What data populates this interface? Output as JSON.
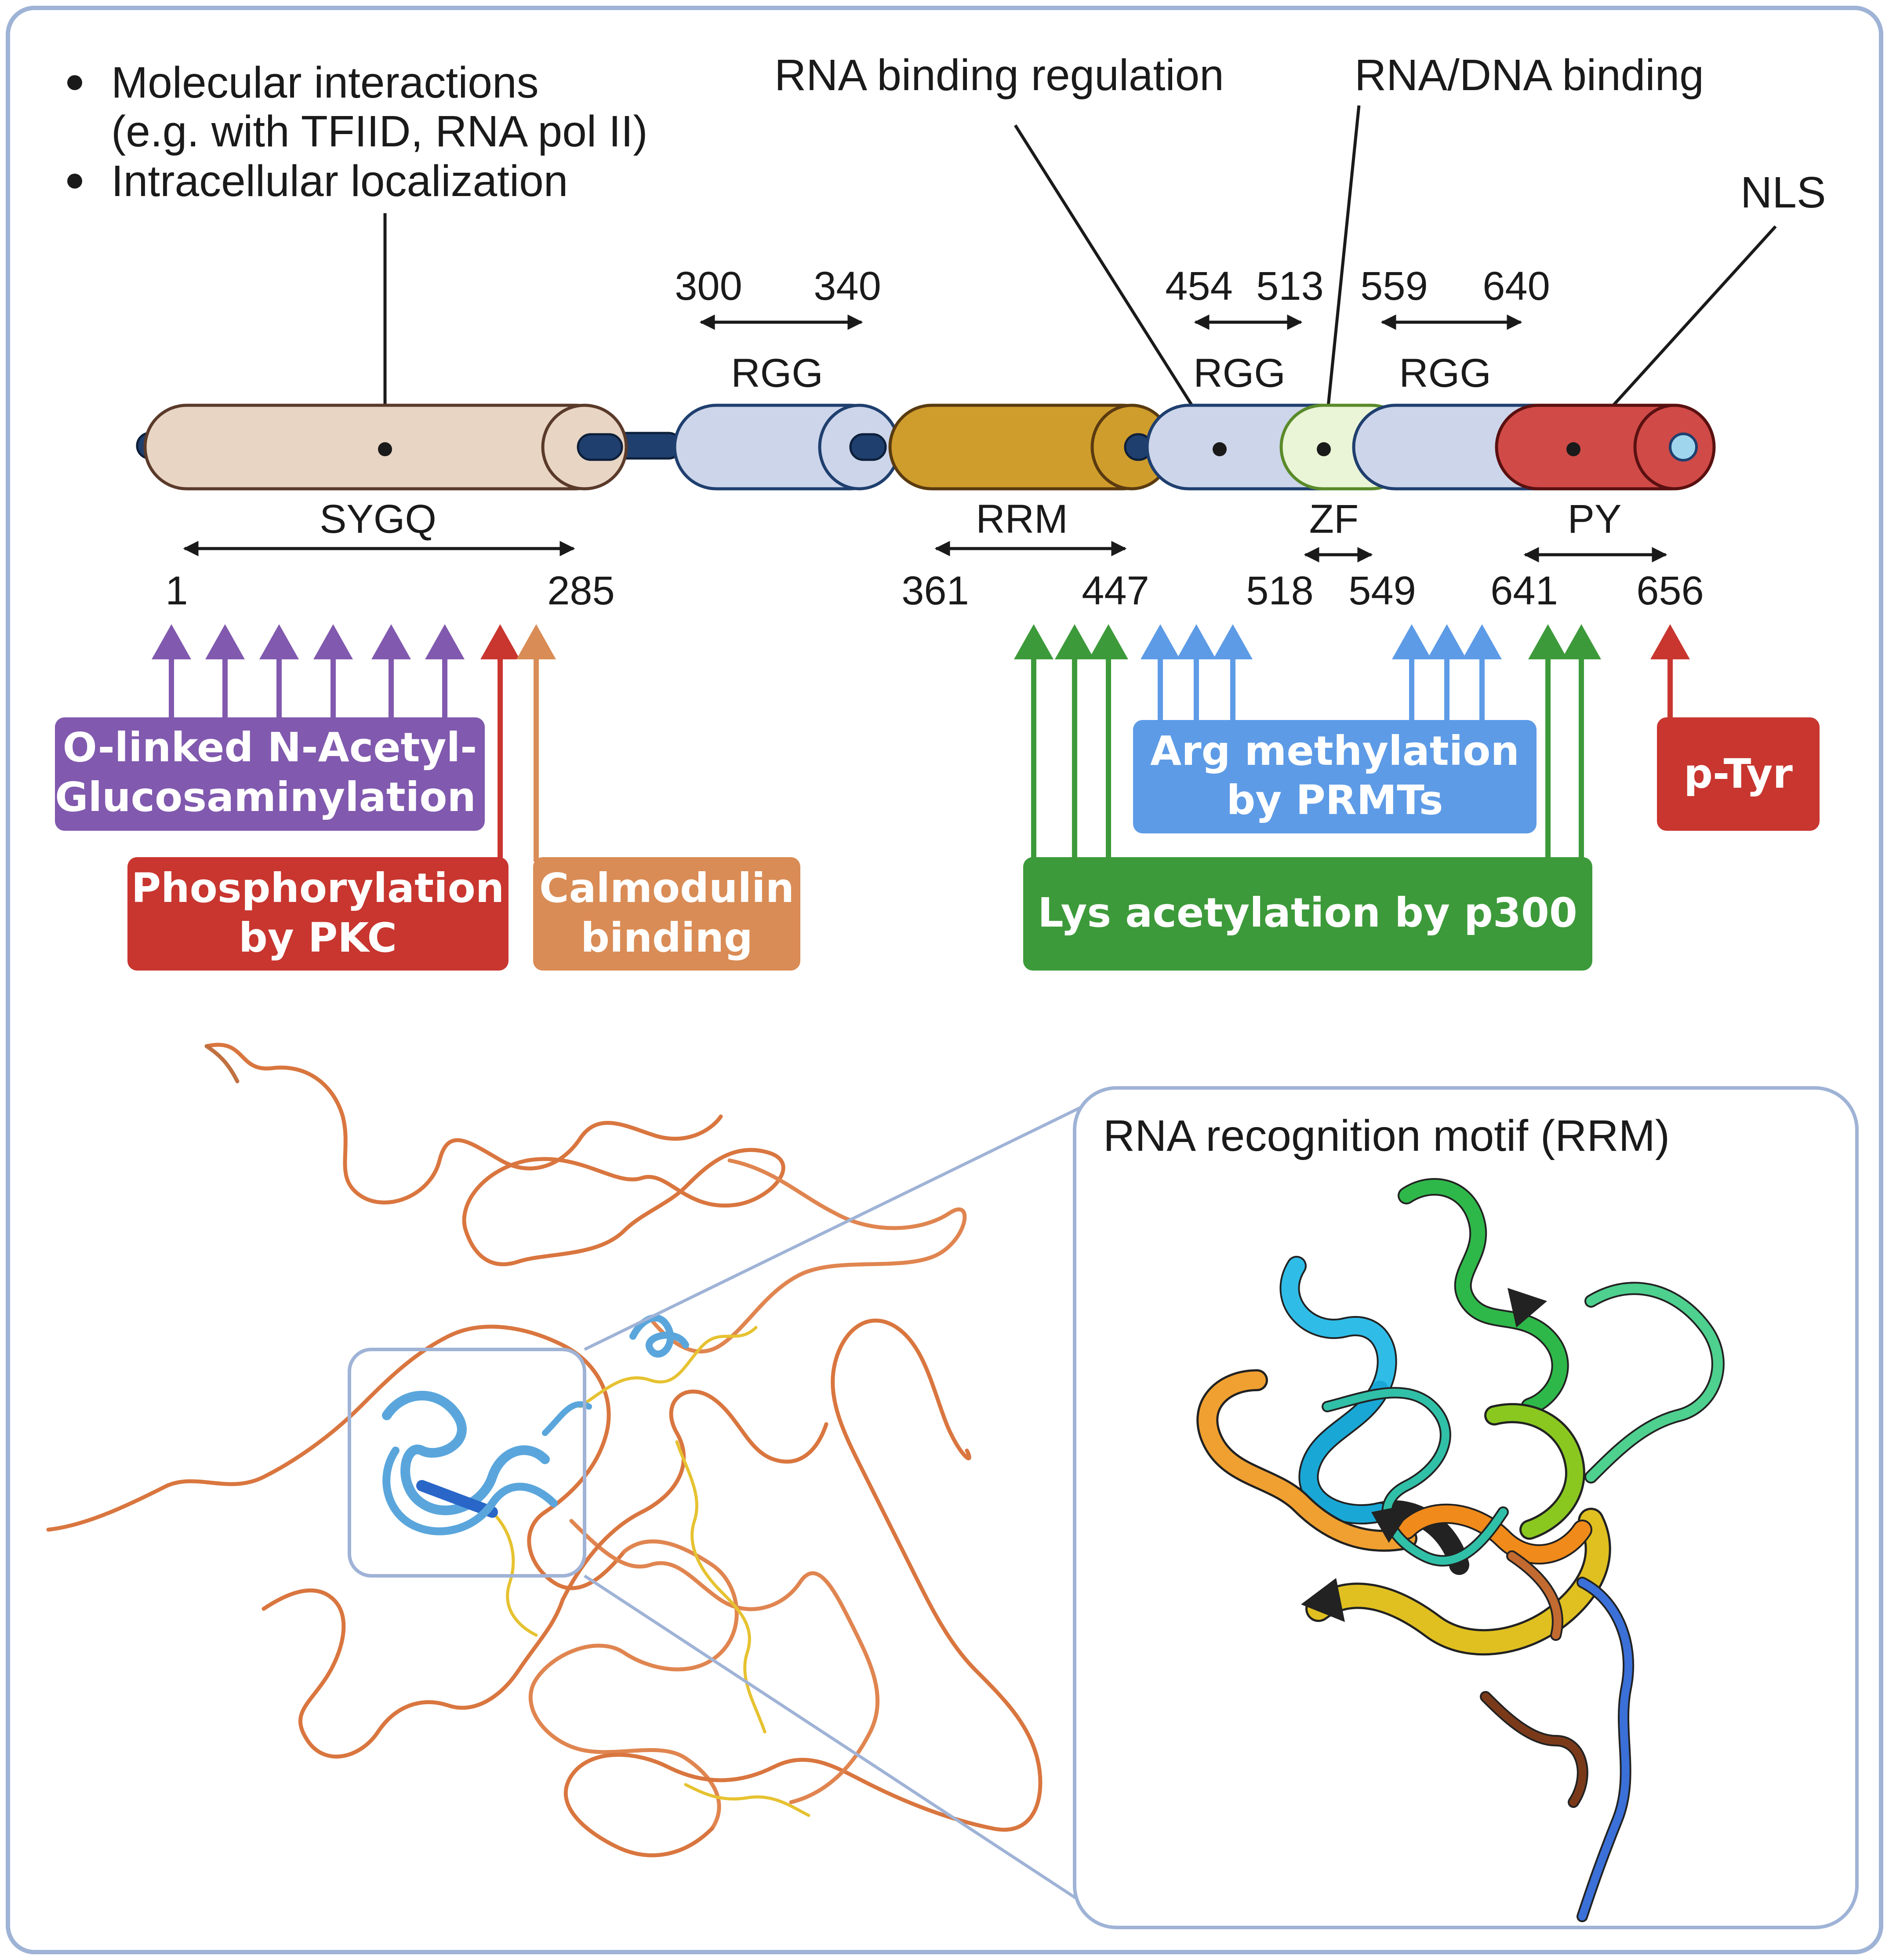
{
  "top_notes": {
    "bullet1_line1": "Molecular interactions",
    "bullet1_line2": "(e.g. with TFIID, RNA pol II)",
    "bullet2": "Intracellular localization"
  },
  "callouts": {
    "rna_binding_regulation": "RNA binding regulation",
    "rna_dna_binding": "RNA/DNA binding",
    "nls": "NLS"
  },
  "domains": {
    "sygq": "SYGQ",
    "rgg1": "RGG",
    "rrm": "RRM",
    "rgg2": "RGG",
    "zf": "ZF",
    "rgg3": "RGG",
    "py": "PY"
  },
  "residues": {
    "r1": "1",
    "r285": "285",
    "r300": "300",
    "r340": "340",
    "r361": "361",
    "r447": "447",
    "r454": "454",
    "r513": "513",
    "r518": "518",
    "r549": "549",
    "r559": "559",
    "r640": "640",
    "r641": "641",
    "r656": "656"
  },
  "ptm": {
    "oglcnac_line1": "O-linked N-Acetyl-",
    "oglcnac_line2": "Glucosaminylation",
    "phospho_line1": "Phosphorylation",
    "phospho_line2": "by PKC",
    "calmodulin_line1": "Calmodulin",
    "calmodulin_line2": "binding",
    "argmeth_line1": "Arg methylation",
    "argmeth_line2": "by PRMTs",
    "lysacet": "Lys acetylation by p300",
    "ptyr": "p-Tyr"
  },
  "structure": {
    "inset_title": "RNA recognition motif (RRM)"
  },
  "colors": {
    "frame": "#9fb3d6",
    "sygq": "#e8d5c4",
    "rgg": "#ccd5ea",
    "rrm": "#cf9d2b",
    "zf": "#e9f5d6",
    "py": "#d04a47",
    "linker": "#1f3f6e",
    "purple": "#8159ae",
    "red": "#c8362f",
    "orange": "#d98c55",
    "green": "#3d9a3a",
    "blue": "#5d9be6"
  }
}
